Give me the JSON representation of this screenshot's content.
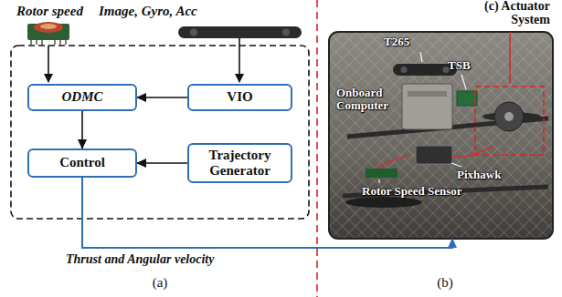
{
  "diagram": {
    "nodes": [
      {
        "text": [
          "ODMC"
        ]
      },
      {
        "text": [
          "VIO"
        ]
      },
      {
        "text": [
          "Control"
        ]
      },
      {
        "text": [
          "Trajectory Generator"
        ]
      },
      {
        "text": [
          "T265",
          "TSB",
          "Onboard Computer",
          "Pixhawk",
          "Rotor Speed Sensor"
        ]
      }
    ],
    "edges": [
      {
        "from": 1,
        "to": 0,
        "arrow": "to"
      },
      {
        "from": 0,
        "to": 2,
        "arrow": "to"
      },
      {
        "from": 3,
        "to": 2,
        "arrow": "to"
      },
      {
        "from": 2,
        "to": 4,
        "label": "Thrust and Angular velocity",
        "arrow": "to"
      }
    ],
    "labels": [
      "Rotor speed",
      "Image, Gyro, Acc",
      "(a)",
      "(b)",
      "(c) Actuator System"
    ]
  }
}
